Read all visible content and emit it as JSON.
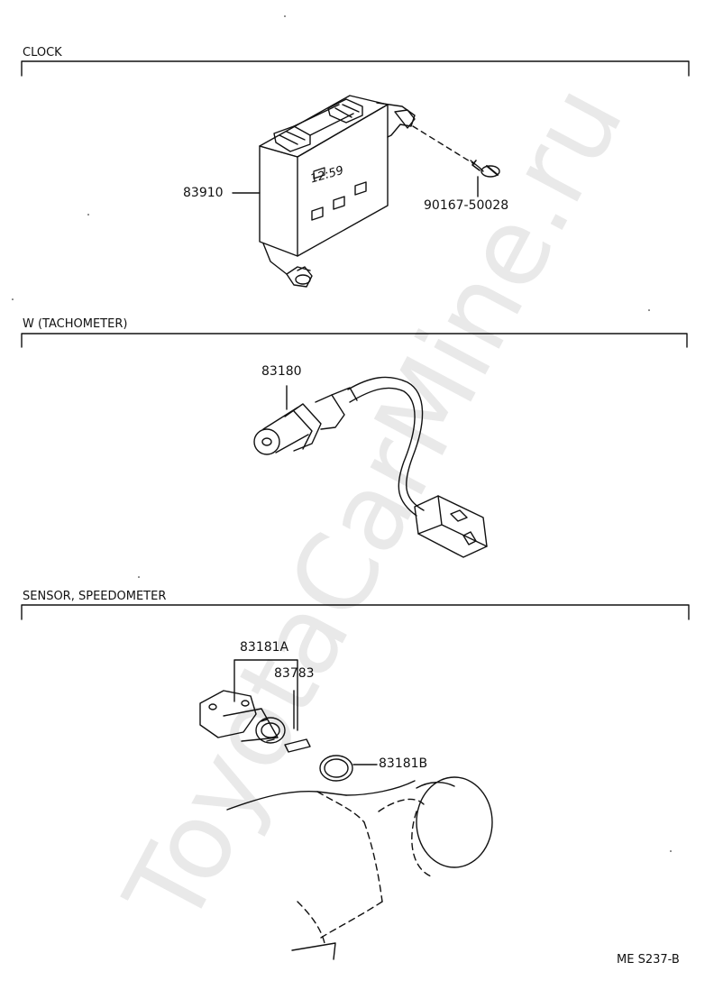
{
  "sections": [
    {
      "title": "CLOCK"
    },
    {
      "title": "W (TACHOMETER)"
    },
    {
      "title": "SENSOR, SPEEDOMETER"
    }
  ],
  "parts": {
    "clock_unit": "83910",
    "clock_screw": "90167-50028",
    "tacho_sensor": "83180",
    "speedo_sensor": "83181A",
    "speedo_pin": "83783",
    "speedo_oring": "83181B"
  },
  "clock_display": "12:59",
  "watermark": "ToyotaCarMine.ru",
  "footer_code": "ME S237-B"
}
